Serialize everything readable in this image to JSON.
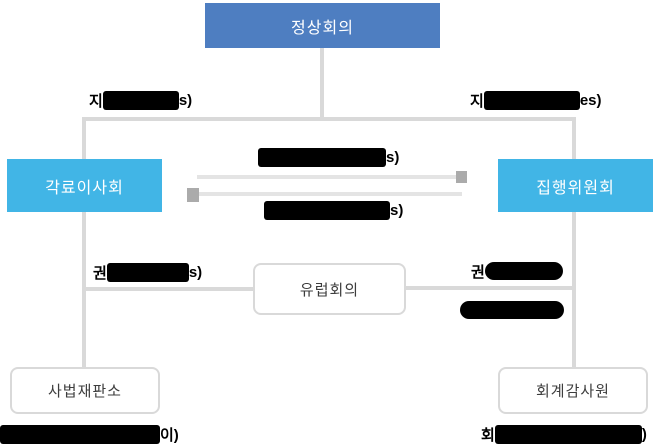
{
  "diagram": {
    "title_hint": "EU institutions organization chart (Korean)",
    "nodes": {
      "summit": {
        "label": "정상회의"
      },
      "council": {
        "label": "각료이사회"
      },
      "commission": {
        "label": "집행위원회"
      },
      "european_council": {
        "label": "유럽회의"
      },
      "court_of_justice": {
        "label": "사법재판소"
      },
      "court_of_auditors": {
        "label": "회계감사원"
      }
    },
    "redacted_labels": {
      "summit_to_council": {
        "prefix": "지",
        "suffix": "s)",
        "redacted": true
      },
      "summit_to_commission": {
        "prefix": "지",
        "suffix": "es)",
        "redacted": true
      },
      "between_top": {
        "prefix": "",
        "suffix": "s)",
        "redacted": true
      },
      "between_bottom": {
        "prefix": "",
        "suffix": "s)",
        "redacted": true
      },
      "council_to_european_council": {
        "prefix": "권",
        "suffix": "s)",
        "redacted": true
      },
      "commission_to_european_council_top": {
        "prefix": "권",
        "suffix": "",
        "redacted": true
      },
      "commission_to_european_council_bottom": {
        "prefix": "",
        "suffix": "",
        "redacted": true
      },
      "court_of_justice_caption": {
        "prefix": "",
        "suffix": "이)",
        "redacted": true
      },
      "court_of_auditors_caption": {
        "prefix": "회",
        "suffix": ")",
        "redacted": true
      }
    },
    "colors": {
      "summit_blue": "#4e7ec1",
      "branch_cyan": "#41b5e6",
      "connector_gray": "#d9d9d9",
      "arrow_line_gray": "#e4e4e4",
      "arrow_head_gray": "#ababab",
      "redaction_black": "#000000",
      "white_node_border": "#d9d9d9"
    }
  }
}
